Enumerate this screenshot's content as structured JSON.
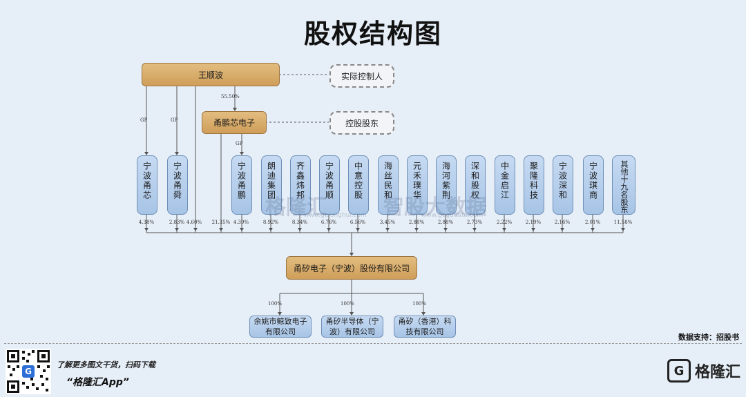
{
  "title": "股权结构图",
  "controller": {
    "name": "王顺波",
    "role": "实际控制人"
  },
  "holding": {
    "name": "甬鹏芯电子",
    "role": "控股股东",
    "pct": "55.50%"
  },
  "gp_label": "GP",
  "shareholders": [
    {
      "name": "宁波甬芯",
      "pct": "4.38%"
    },
    {
      "name": "宁波甬舜",
      "pct": "2.83%"
    },
    {
      "name": "",
      "pct": "4.60%"
    },
    {
      "name": "",
      "pct": "21.35%"
    },
    {
      "name": "宁波甬鹏",
      "pct": "4.39%"
    },
    {
      "name": "朗迪集团",
      "pct": "8.92%"
    },
    {
      "name": "齐鑫炜邦",
      "pct": "8.34%"
    },
    {
      "name": "宁波甬顺",
      "pct": "6.76%"
    },
    {
      "name": "中意控股",
      "pct": "6.56%"
    },
    {
      "name": "海丝民和",
      "pct": "3.45%"
    },
    {
      "name": "元禾璞华",
      "pct": "2.88%"
    },
    {
      "name": "海河紫荆",
      "pct": "2.88%"
    },
    {
      "name": "深和股权",
      "pct": "2.73%"
    },
    {
      "name": "中金启江",
      "pct": "2.22%"
    },
    {
      "name": "聚隆科技",
      "pct": "2.19%"
    },
    {
      "name": "宁波深和",
      "pct": "2.16%"
    },
    {
      "name": "宁波琪商",
      "pct": "2.01%"
    },
    {
      "name": "其他十九名股东",
      "pct": "11.58%"
    }
  ],
  "company": "甬矽电子（宁波）股份有限公司",
  "subsidiaries": [
    {
      "name": "余姚市鲸致电子\n有限公司",
      "pct": "100%"
    },
    {
      "name": "甬矽半导体（宁\n波）有限公司",
      "pct": "100%"
    },
    {
      "name": "甬矽（香港）科\n技有限公司",
      "pct": "100%"
    }
  ],
  "watermark": {
    "left": "格隆汇",
    "right": "智股大数据",
    "small1": "www.gelonghui.com",
    "small2": "www.gogudata.com"
  },
  "source": "数据支持：招股书",
  "promo": {
    "line1": "了解更多图文干货，扫码下载",
    "line2": "“格隆汇App”"
  },
  "brand": {
    "mark": "G",
    "name": "格隆汇"
  },
  "colors": {
    "background": "#e6eef7",
    "gold": "#d9ad6c",
    "blue": "#b3cdeb"
  }
}
